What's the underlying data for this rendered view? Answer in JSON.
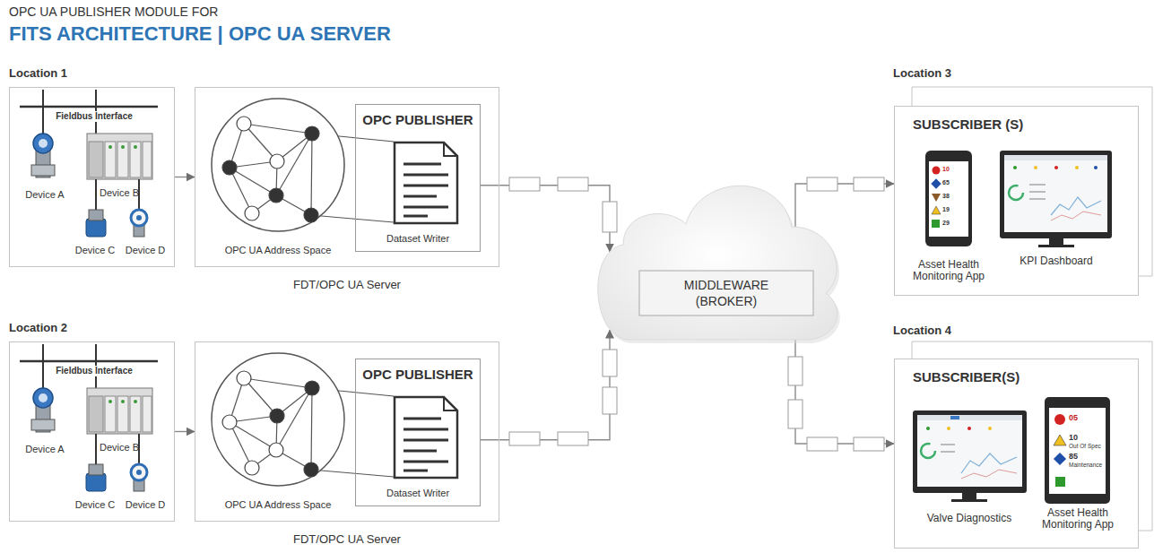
{
  "diagram": {
    "title": "FITS ARCHITECTURE | OPC UA SERVER",
    "nodes": [
      {
        "text": [
          "Location 1"
        ]
      },
      {
        "text": [
          "FDT/OPC UA Server"
        ]
      },
      {
        "text": [
          "OPC UA Address Space"
        ],
        "in": 1
      },
      {
        "text": [
          "OPC PUBLISHER",
          "Dataset Writer"
        ],
        "in": 1
      },
      {
        "text": [
          "Location 2"
        ]
      },
      {
        "text": [
          "FDT/OPC UA Server"
        ]
      },
      {
        "text": [
          "OPC UA Address Space"
        ],
        "in": 5
      },
      {
        "text": [
          "OPC PUBLISHER",
          "Dataset Writer"
        ],
        "in": 5
      },
      {
        "text": [
          "MIDDLEWARE (BROKER)"
        ]
      },
      {
        "text": [
          "Location 3",
          "SUBSCRIBER (S)"
        ]
      },
      {
        "text": [
          "Location 4",
          "SUBSCRIBER(S)"
        ]
      }
    ],
    "edges": [
      {
        "from": 0,
        "to": 1,
        "arrow": "to"
      },
      {
        "from": 2,
        "to": 3,
        "arrow": "none"
      },
      {
        "from": 3,
        "to": 8,
        "arrow": "to"
      },
      {
        "from": 4,
        "to": 5,
        "arrow": "to"
      },
      {
        "from": 6,
        "to": 7,
        "arrow": "none"
      },
      {
        "from": 7,
        "to": 8,
        "arrow": "to"
      },
      {
        "from": 8,
        "to": 9,
        "arrow": "to"
      },
      {
        "from": 8,
        "to": 10,
        "arrow": "to"
      }
    ],
    "labels": [
      "OPC UA PUBLISHER MODULE FOR",
      "Fieldbus Interface",
      "Device A",
      "Device B",
      "Device C",
      "Device D",
      "Fieldbus Interface",
      "Device A",
      "Device B",
      "Device C",
      "Device D",
      "10",
      "65",
      "38",
      "19",
      "29",
      "Asset Health Monitoring App",
      "KPI Dashboard",
      "Valve Diagnostics",
      "05",
      "10",
      "Out Of Spec",
      "85",
      "Maintenance",
      "Asset Health Monitoring App"
    ]
  }
}
